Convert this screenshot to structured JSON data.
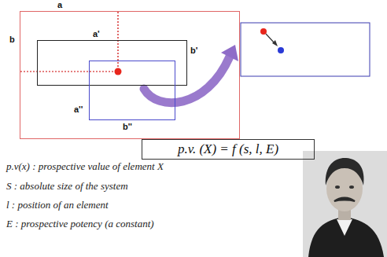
{
  "diagram": {
    "nodes": [
      {
        "text": [
          "a",
          "b"
        ]
      },
      {
        "text": [
          "a'",
          "b'"
        ],
        "in": 0
      },
      {
        "text": [
          "a''",
          "b''"
        ],
        "in": 0
      },
      {
        "text": [
          "p.v. (X) = f (s, l, E)"
        ]
      }
    ],
    "labels": [
      "p.v(x) : prospective value of element X",
      "S : absolute size of the system",
      "l : position of an element",
      "E : prospective potency (a constant)"
    ]
  }
}
